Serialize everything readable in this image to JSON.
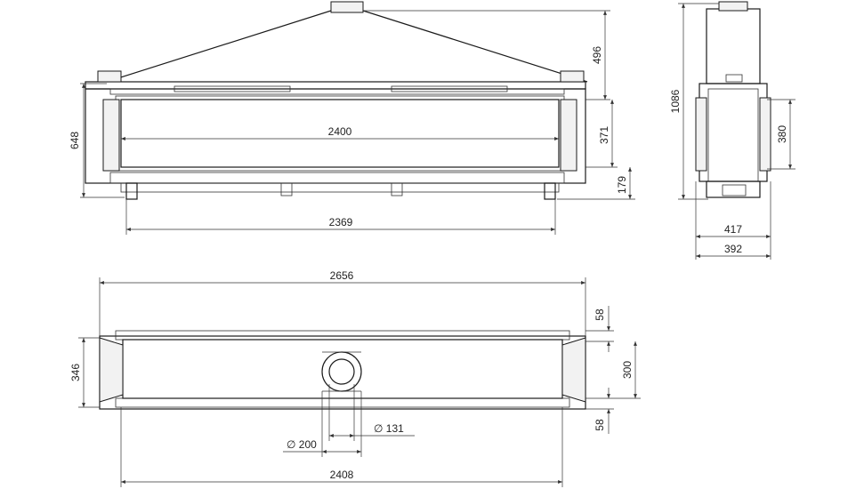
{
  "front_view": {
    "height_total": "648",
    "hood_height": "496",
    "width_inner": "2400",
    "window_height": "371",
    "base_height": "179",
    "width_base": "2369"
  },
  "side_view": {
    "height_total": "1086",
    "window_height": "380",
    "depth_outer": "417",
    "depth_inner": "392"
  },
  "top_view": {
    "width_total": "2656",
    "depth_total": "346",
    "depth_inner": "300",
    "flange_top": "58",
    "flange_bottom": "58",
    "inner_diameter": "∅ 131",
    "outer_diameter": "∅ 200",
    "width_bottom": "2408"
  }
}
